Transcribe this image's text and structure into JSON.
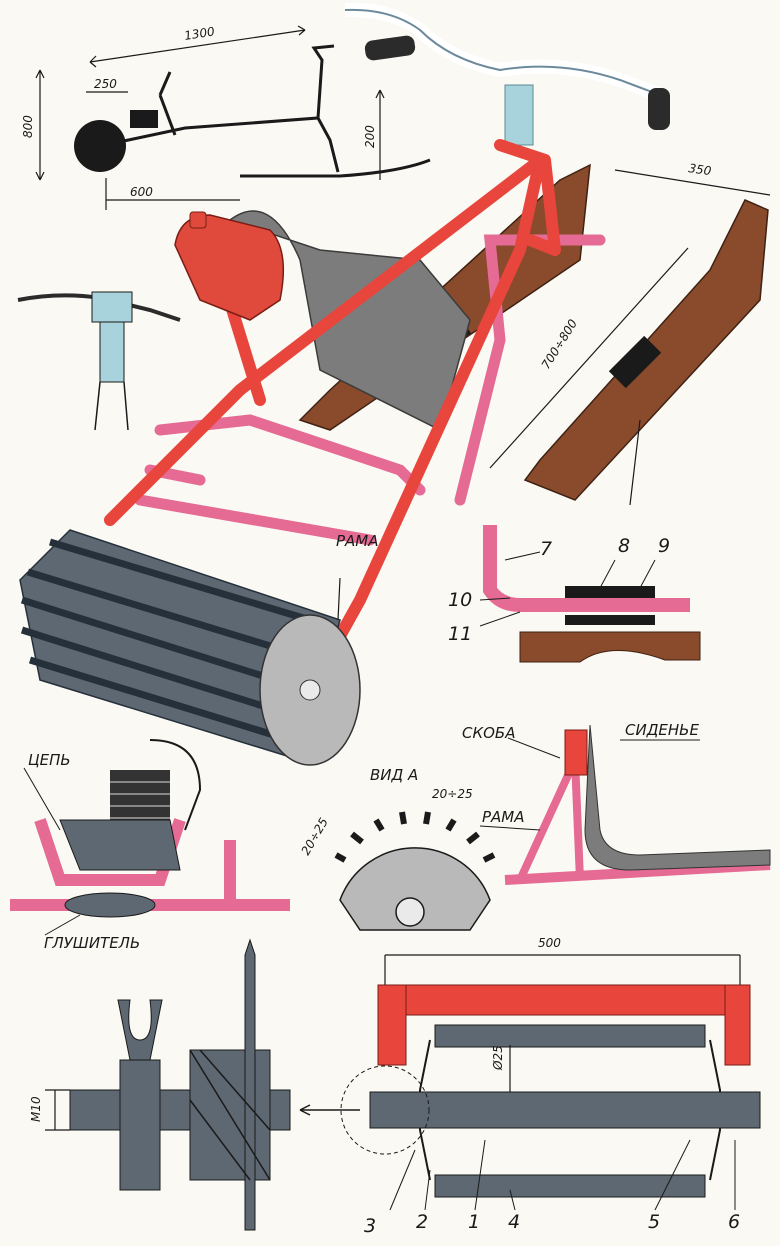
{
  "dimensions": {
    "overall_length": "1300",
    "height": "800",
    "roller_offset": "250",
    "ski_clearance": "200",
    "roller_to_seat": "600",
    "ski_spacing": "350",
    "ski_length": "700÷800",
    "roller_width": "500",
    "tooth_height": "20÷25",
    "tooth_pitch": "20÷25",
    "axle_diameter": "Ø25",
    "thread": "М10"
  },
  "labels": {
    "frame_main": "РАМА",
    "frame_seat": "РАМА",
    "view_a": "ВИД А",
    "bracket": "СКОБА",
    "seat": "СИДЕНЬЕ",
    "chain": "ЦЕПЬ",
    "muffler": "ГЛУШИТЕЛЬ"
  },
  "ski_parts": [
    "7",
    "8",
    "9",
    "10",
    "11"
  ],
  "roller_parts": [
    "3",
    "2",
    "1",
    "4",
    "5",
    "6"
  ],
  "colors": {
    "frame_red": "#e8453c",
    "frame_pink": "#e56a94",
    "roller_gray": "#5d6873",
    "ski_brown": "#8a4a2c",
    "tank_red": "#e04a3c"
  }
}
